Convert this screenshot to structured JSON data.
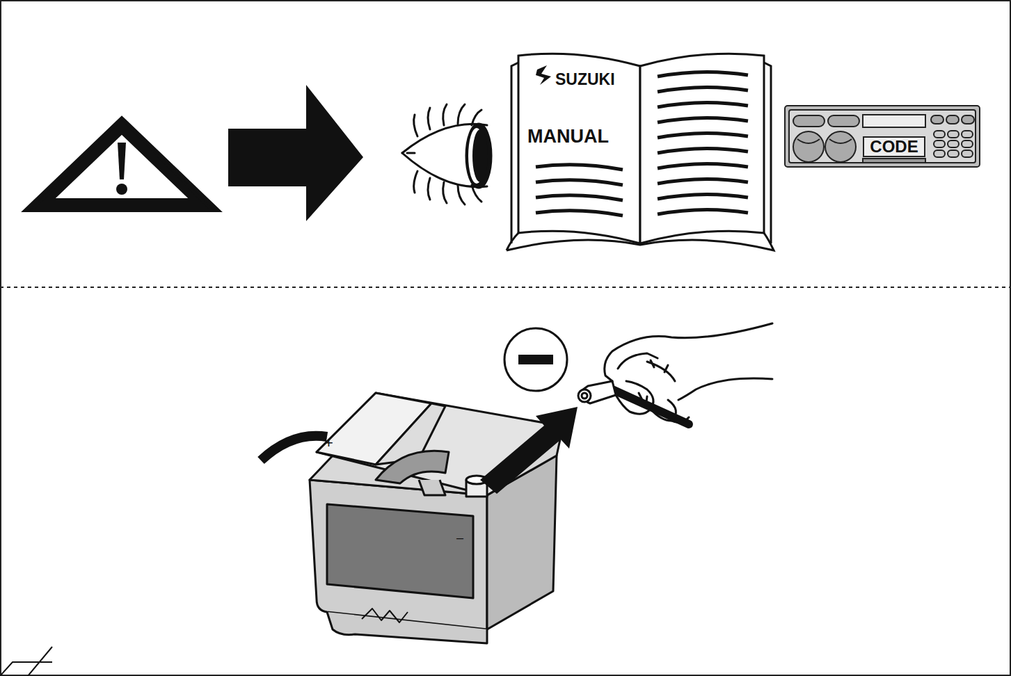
{
  "diagram": {
    "nodes": [
      {
        "text": [
          "CODE"
        ]
      }
    ],
    "labels": [
      "SUZUKI",
      "MANUAL",
      "+",
      "–"
    ]
  }
}
